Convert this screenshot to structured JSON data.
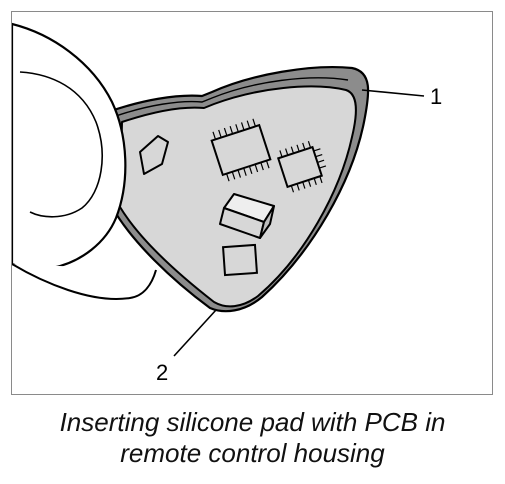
{
  "figure": {
    "callouts": [
      {
        "id": "1",
        "label": "1"
      },
      {
        "id": "2",
        "label": "2"
      }
    ]
  },
  "caption": {
    "line1": "Inserting silicone pad with PCB in",
    "line2": "remote control housing"
  },
  "colors": {
    "outline": "#000000",
    "pcb_fill": "#d7d7d7",
    "pad_fill": "#8c8c8c",
    "housing_fill": "#ffffff"
  }
}
